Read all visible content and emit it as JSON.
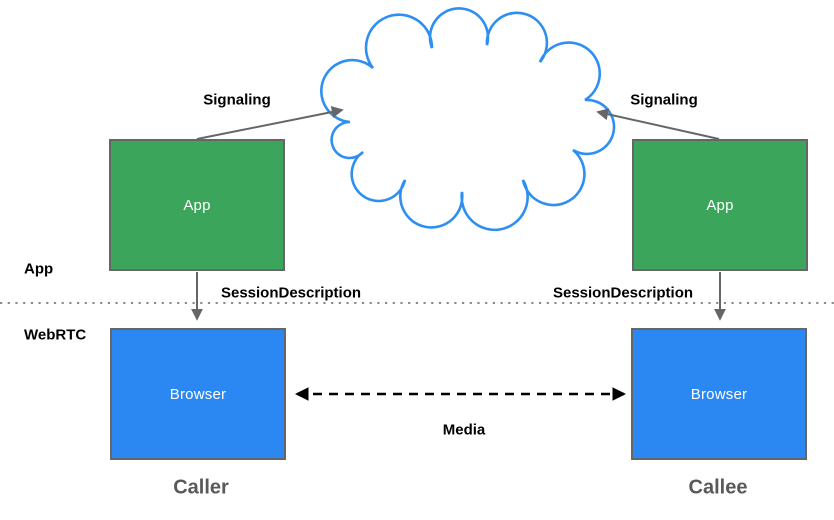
{
  "diagram": {
    "title_hint": "WebRTC signaling architecture diagram",
    "zones": {
      "app_label": "App",
      "webrtc_label": "WebRTC"
    },
    "nodes": {
      "caller_app": {
        "label": "App"
      },
      "callee_app": {
        "label": "App"
      },
      "caller_browser": {
        "label": "Browser"
      },
      "callee_browser": {
        "label": "Browser"
      }
    },
    "edges": {
      "signaling_left": "Signaling",
      "signaling_right": "Signaling",
      "session_description_left": "SessionDescription",
      "session_description_right": "SessionDescription",
      "media": "Media"
    },
    "footers": {
      "caller": "Caller",
      "callee": "Callee"
    },
    "colors": {
      "app_box": "#3BA55C",
      "browser_box": "#2B87F2",
      "cloud_stroke": "#2E8FF2",
      "arrow": "#666666",
      "media_arrow": "#000000",
      "box_border": "#666666",
      "divider": "#8A8A8A",
      "label_text": "#000000",
      "footer_text": "#595959",
      "box_text": "#FFFFFF"
    }
  }
}
